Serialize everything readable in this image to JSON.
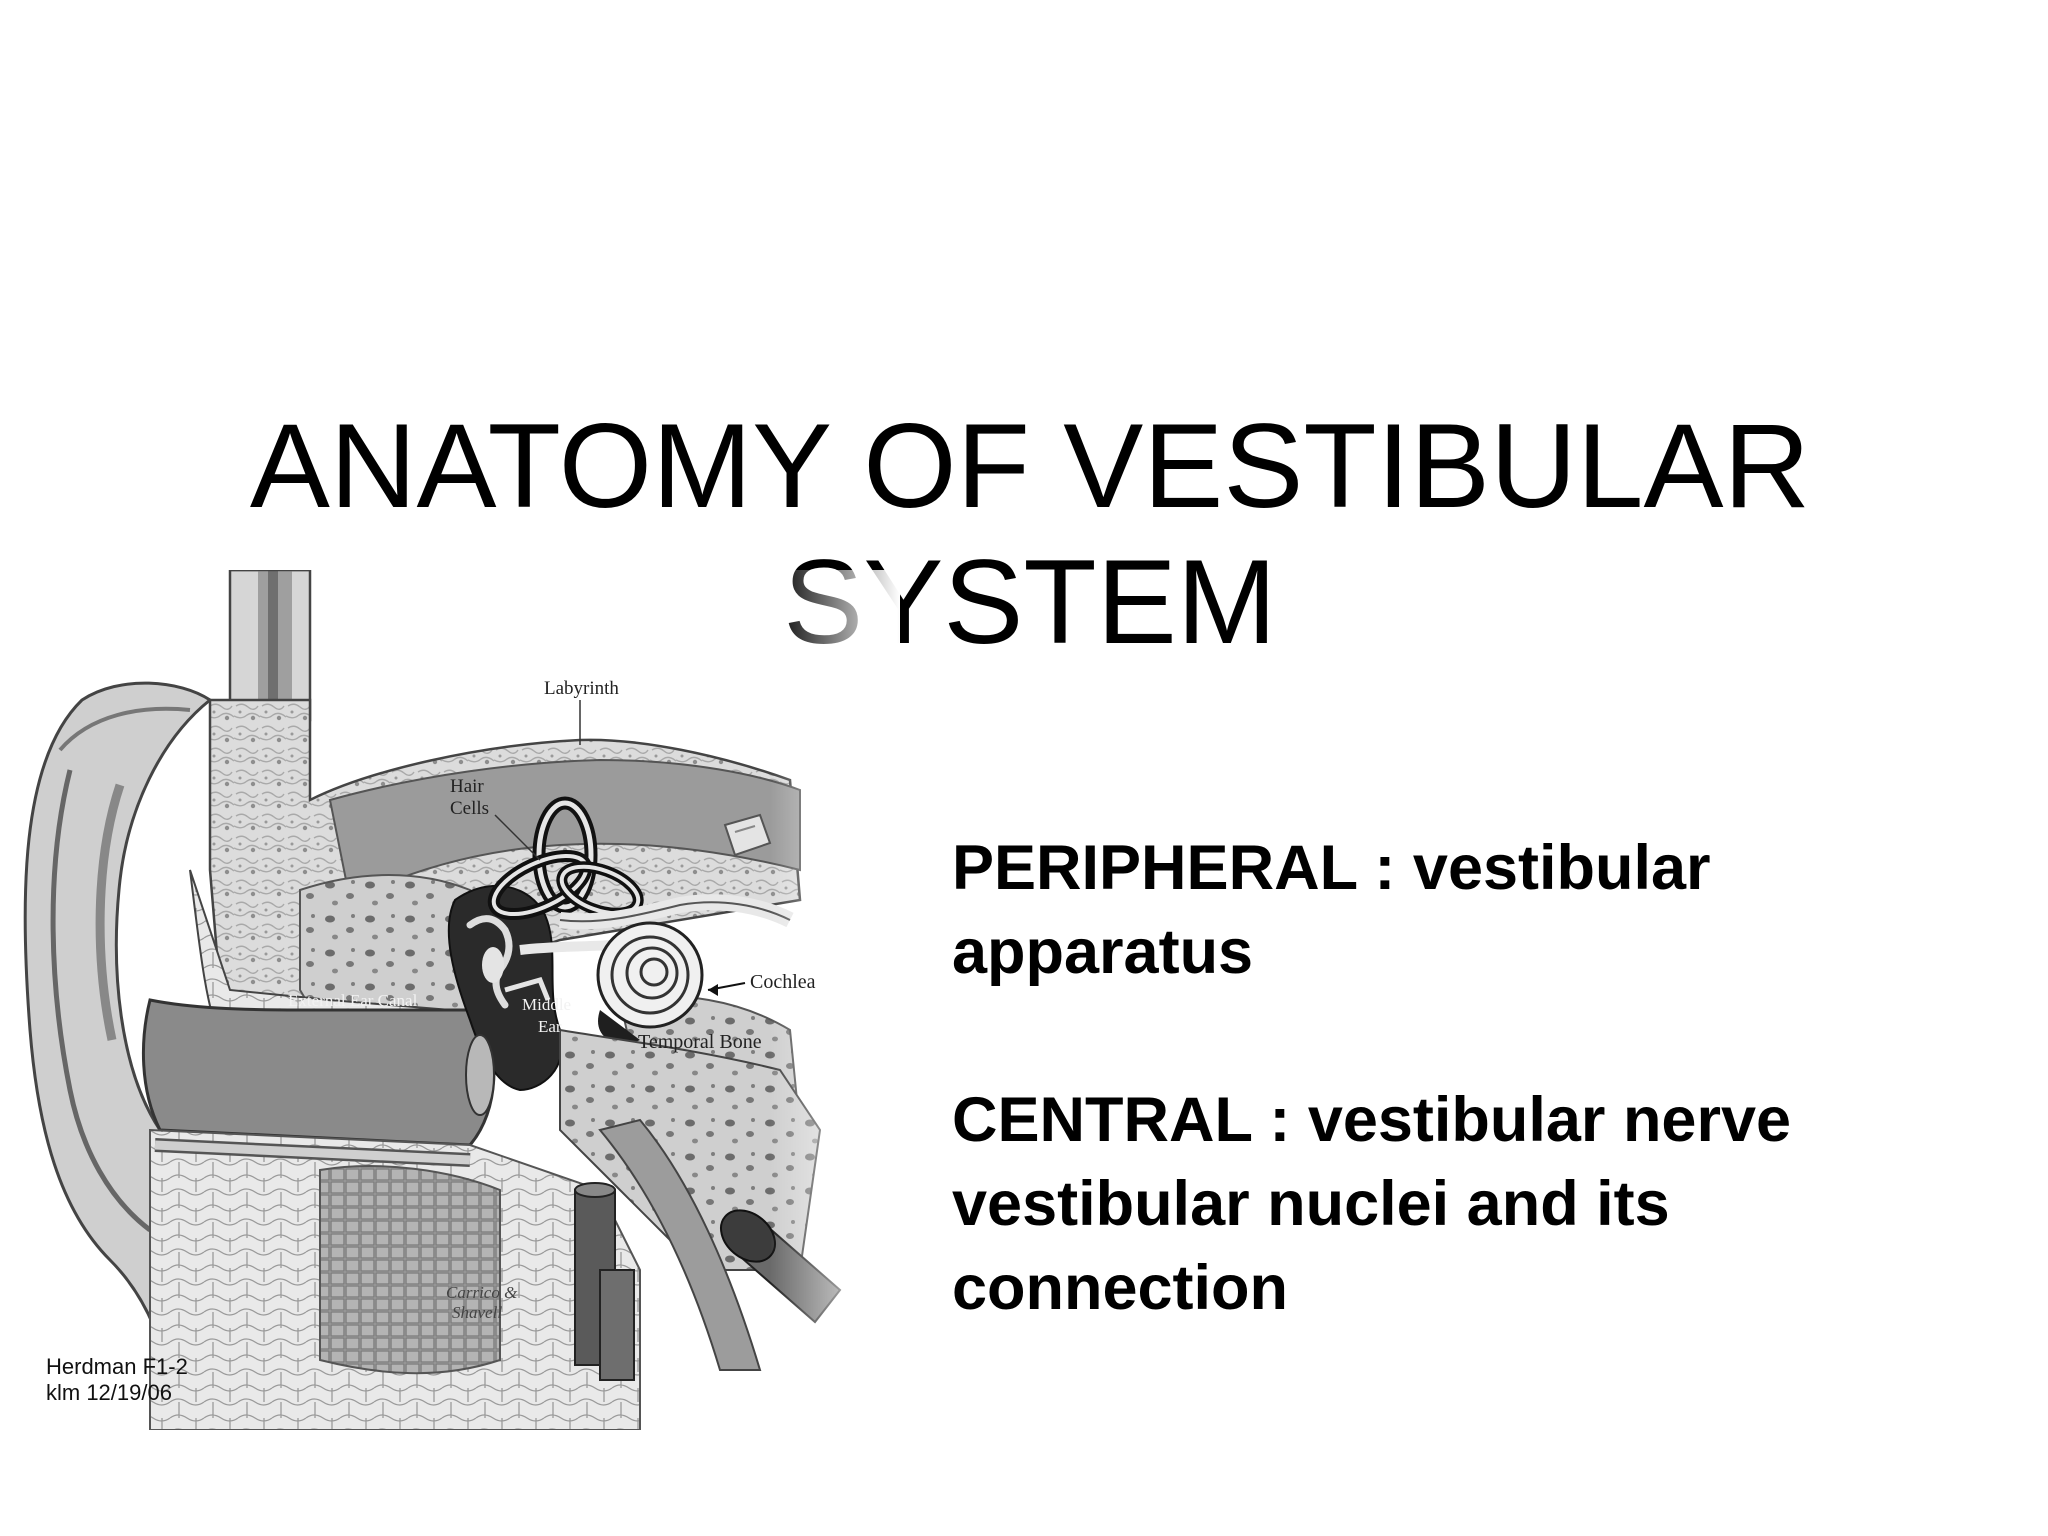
{
  "slide": {
    "title_lines": [
      "ANATOMY OF VESTIBULAR",
      "SYSTEM"
    ],
    "peripheral": [
      "PERIPHERAL : vestibular",
      "apparatus"
    ],
    "central": [
      "CENTRAL : vestibular nerve",
      "vestibular nuclei and its",
      "connection"
    ]
  },
  "figure": {
    "labels": {
      "labyrinth": "Labyrinth",
      "hair": "Hair",
      "cells": "Cells",
      "external_ear_canal": "External Ear Canal",
      "middle": "Middle",
      "ear": "Ear",
      "cochlea": "Cochlea",
      "temporal_bone": "Temporal Bone",
      "artist_1": "Carrico &",
      "artist_2": "Shavell"
    },
    "credit": [
      "Herdman F1-2",
      "klm 12/19/06"
    ]
  }
}
